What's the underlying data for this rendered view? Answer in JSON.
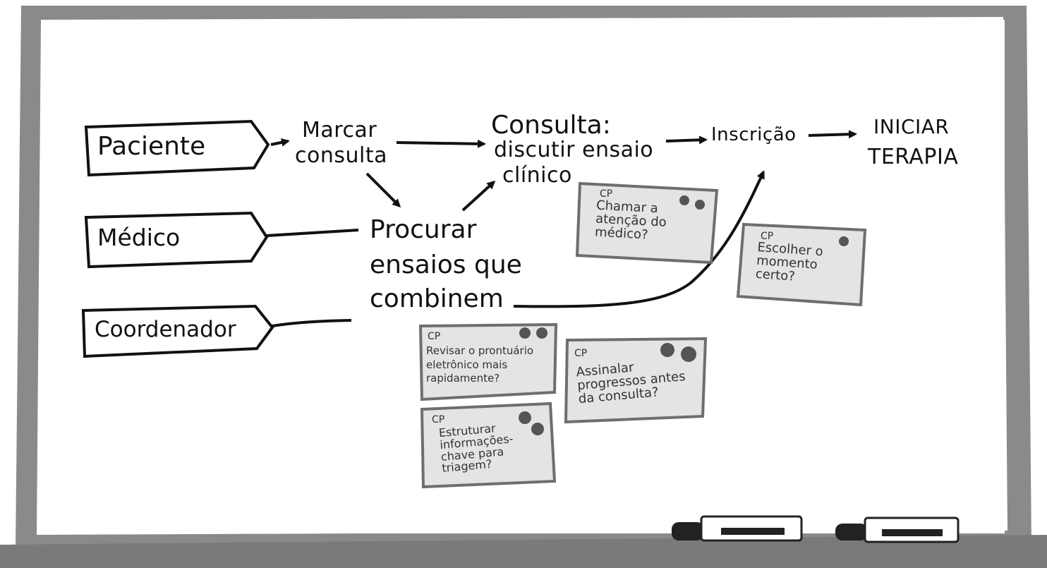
{
  "actors": [
    {
      "id": "paciente",
      "label": "Paciente"
    },
    {
      "id": "medico",
      "label": "Médico"
    },
    {
      "id": "coordenador",
      "label": "Coordenador"
    }
  ],
  "steps": {
    "marcar_line1": "Marcar",
    "marcar_line2": "consulta",
    "consulta_line1": "Consulta:",
    "consulta_line2": "discutir ensaio",
    "consulta_line3": "clínico",
    "procurar_line1": "Procurar",
    "procurar_line2": "ensaios que",
    "procurar_line3": "combinem",
    "inscricao": "Inscrição",
    "iniciar_line1": "INICIAR",
    "iniciar_line2": "TERAPIA"
  },
  "notes": [
    {
      "tag": "CP",
      "text": "Chamar a atenção do médico?"
    },
    {
      "tag": "CP",
      "text": "Escolher o momento certo?"
    },
    {
      "tag": "CP",
      "text": "Revisar o prontuário eletrônico mais rapidamente?"
    },
    {
      "tag": "CP",
      "text": "Assinalar progressos antes da consulta?"
    },
    {
      "tag": "CP",
      "text": "Estruturar informações-chave para triagem?"
    }
  ],
  "colors": {
    "frame": "#8a8a8a",
    "tray": "#7a7a7a",
    "note_fill": "#e4e4e4",
    "note_border": "#6e6e6e",
    "ink": "#111111"
  },
  "icons": [
    "marker-icon",
    "marker-icon",
    "magnet-icon"
  ]
}
